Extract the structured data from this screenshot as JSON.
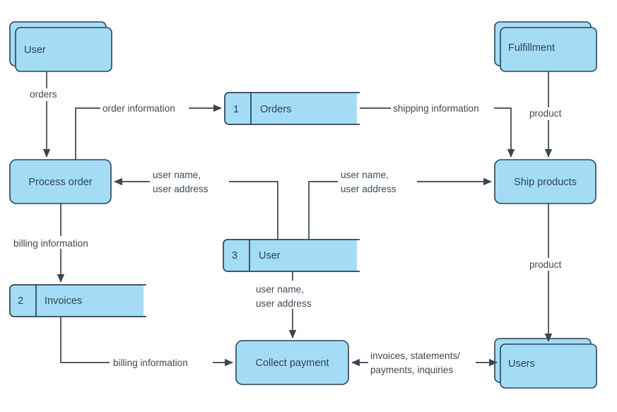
{
  "diagram": {
    "title": "Order Processing Data Flow Diagram",
    "type": "data-flow-diagram",
    "background_color": "#ffffff",
    "node_fill_color": "#a5dcf5",
    "node_stroke_color": "#2d4356",
    "flow_color": "#3a4652",
    "text_color": "#2d4356"
  },
  "entities": [
    {
      "id": "user-entity",
      "label": "User",
      "kind": "external-entity"
    },
    {
      "id": "fulfillment-entity",
      "label": "Fulfillment",
      "kind": "external-entity"
    },
    {
      "id": "users-entity",
      "label": "Users",
      "kind": "external-entity"
    }
  ],
  "processes": [
    {
      "id": "process-order",
      "label": "Process order",
      "kind": "process"
    },
    {
      "id": "ship-products",
      "label": "Ship products",
      "kind": "process"
    },
    {
      "id": "collect-payment",
      "label": "Collect payment",
      "kind": "process"
    }
  ],
  "data_stores": [
    {
      "id": "store-orders",
      "number": "1",
      "label": "Orders",
      "kind": "data-store"
    },
    {
      "id": "store-invoices",
      "number": "2",
      "label": "Invoices",
      "kind": "data-store"
    },
    {
      "id": "store-user",
      "number": "3",
      "label": "User",
      "kind": "data-store"
    }
  ],
  "flows": [
    {
      "id": "flow-orders",
      "label": "orders",
      "label_line1": "orders",
      "label_line2": "",
      "from": "user-entity",
      "to": "process-order"
    },
    {
      "id": "flow-order-information",
      "label": "order information",
      "label_line1": "order information",
      "label_line2": "",
      "from": "process-order",
      "to": "store-orders"
    },
    {
      "id": "flow-shipping-information",
      "label": "shipping information",
      "label_line1": "shipping information",
      "label_line2": "",
      "from": "store-orders",
      "to": "ship-products"
    },
    {
      "id": "flow-product-fulfillment",
      "label": "product",
      "label_line1": "product",
      "label_line2": "",
      "from": "fulfillment-entity",
      "to": "ship-products"
    },
    {
      "id": "flow-user-info-left",
      "label": "user name, user address",
      "label_line1": "user name,",
      "label_line2": "user address",
      "from": "store-user",
      "to": "process-order"
    },
    {
      "id": "flow-user-info-right",
      "label": "user name, user address",
      "label_line1": "user name,",
      "label_line2": "user address",
      "from": "store-user",
      "to": "ship-products"
    },
    {
      "id": "flow-user-info-down",
      "label": "user name, user address",
      "label_line1": "user name,",
      "label_line2": "user address",
      "from": "store-user",
      "to": "collect-payment"
    },
    {
      "id": "flow-billing-to-store",
      "label": "billing information",
      "label_line1": "billing information",
      "label_line2": "",
      "from": "process-order",
      "to": "store-invoices"
    },
    {
      "id": "flow-billing-to-payment",
      "label": "billing information",
      "label_line1": "billing information",
      "label_line2": "",
      "from": "store-invoices",
      "to": "collect-payment"
    },
    {
      "id": "flow-product-users",
      "label": "product",
      "label_line1": "product",
      "label_line2": "",
      "from": "ship-products",
      "to": "users-entity"
    },
    {
      "id": "flow-invoices-statements",
      "label": "invoices, statements/ payments, inquiries",
      "label_line1": "invoices, statements/",
      "label_line2": "payments, inquiries",
      "from": "users-entity",
      "to": "collect-payment"
    }
  ],
  "labels": {
    "user_entity": "User",
    "fulfillment_entity": "Fulfillment",
    "users_entity": "Users",
    "process_order": "Process order",
    "ship_products": "Ship products",
    "collect_payment": "Collect payment",
    "store_orders_num": "1",
    "store_orders_name": "Orders",
    "store_invoices_num": "2",
    "store_invoices_name": "Invoices",
    "store_user_num": "3",
    "store_user_name": "User",
    "flow_orders": "orders",
    "flow_order_information": "order information",
    "flow_shipping_information": "shipping information",
    "flow_product_top": "product",
    "flow_product_bottom": "product",
    "flow_user_left_l1": "user name,",
    "flow_user_left_l2": "user address",
    "flow_user_right_l1": "user name,",
    "flow_user_right_l2": "user address",
    "flow_user_down_l1": "user name,",
    "flow_user_down_l2": "user address",
    "flow_billing_top": "billing information",
    "flow_billing_bottom": "billing information",
    "flow_invoices_l1": "invoices, statements/",
    "flow_invoices_l2": "payments, inquiries"
  }
}
